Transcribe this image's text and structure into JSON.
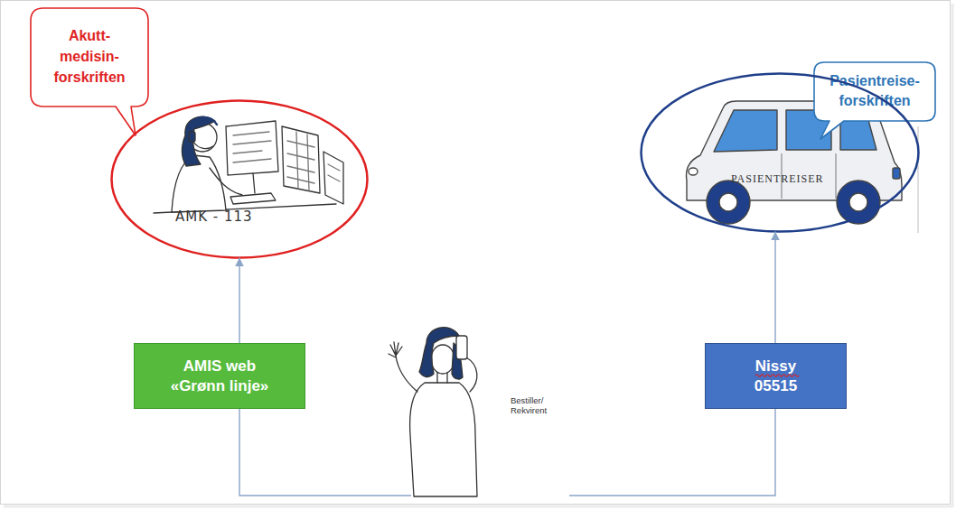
{
  "diagram": {
    "nodes": [
      {
        "text": [
          "Akutt- medisin- forskriften"
        ]
      },
      {
        "text": [
          "AMK - 113"
        ]
      },
      {
        "text": [
          "Pasientreise- forskriften"
        ]
      },
      {
        "text": [
          "PASIENTREISER"
        ]
      },
      {
        "text": [
          "AMIS web",
          "«Grønn linje»"
        ]
      },
      {
        "text": [
          "Bestiller/ Rekvirent"
        ]
      },
      {
        "text": [
          "Nissy",
          "05515"
        ]
      }
    ],
    "edges": [
      {
        "from": 5,
        "to": 4,
        "arrow": "none"
      },
      {
        "from": 4,
        "to": 1,
        "arrow": "to"
      },
      {
        "from": 5,
        "to": 6,
        "arrow": "none"
      },
      {
        "from": 6,
        "to": 3,
        "arrow": "to"
      }
    ]
  }
}
